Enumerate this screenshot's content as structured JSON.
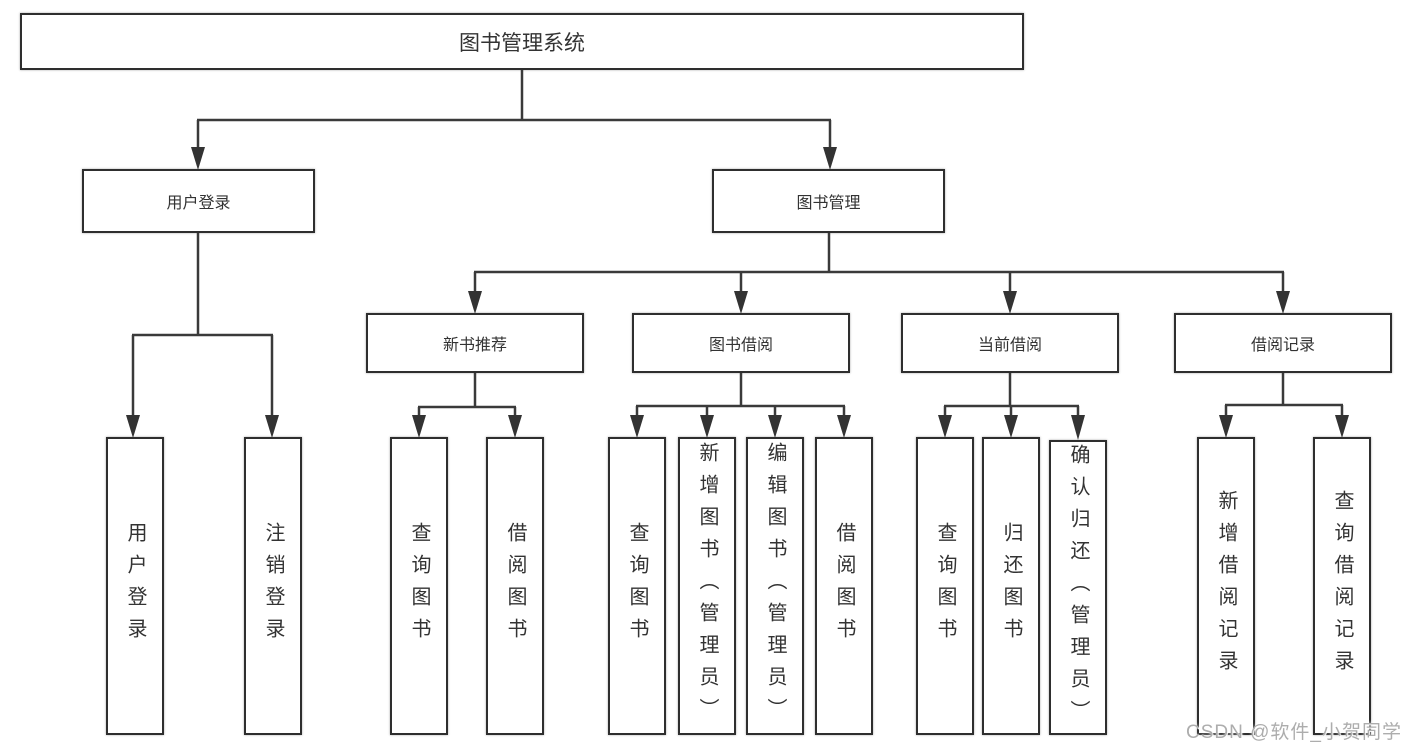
{
  "colors": {
    "background": "#ffffff",
    "box_border": "#2e2e2e",
    "connector_line": "#3a3a3a",
    "text": "#333333",
    "watermark_text": "#adadad"
  },
  "diagram": {
    "root": {
      "label": "图书管理系统",
      "children": [
        {
          "label": "用户登录",
          "children": [
            {
              "label": "用户登录"
            },
            {
              "label": "注销登录"
            }
          ]
        },
        {
          "label": "图书管理",
          "children": [
            {
              "label": "新书推荐",
              "children": [
                {
                  "label": "查询图书"
                },
                {
                  "label": "借阅图书"
                }
              ]
            },
            {
              "label": "图书借阅",
              "children": [
                {
                  "label": "查询图书"
                },
                {
                  "label": "新增图书（管理员）"
                },
                {
                  "label": "编辑图书（管理员）"
                },
                {
                  "label": "借阅图书"
                }
              ]
            },
            {
              "label": "当前借阅",
              "children": [
                {
                  "label": "查询图书"
                },
                {
                  "label": "归还图书"
                },
                {
                  "label": "确认归还（管理员）"
                }
              ]
            },
            {
              "label": "借阅记录",
              "children": [
                {
                  "label": "新增借阅记录"
                },
                {
                  "label": "查询借阅记录"
                }
              ]
            }
          ]
        }
      ]
    }
  },
  "watermark": {
    "text": "CSDN @软件_小贺同学"
  }
}
